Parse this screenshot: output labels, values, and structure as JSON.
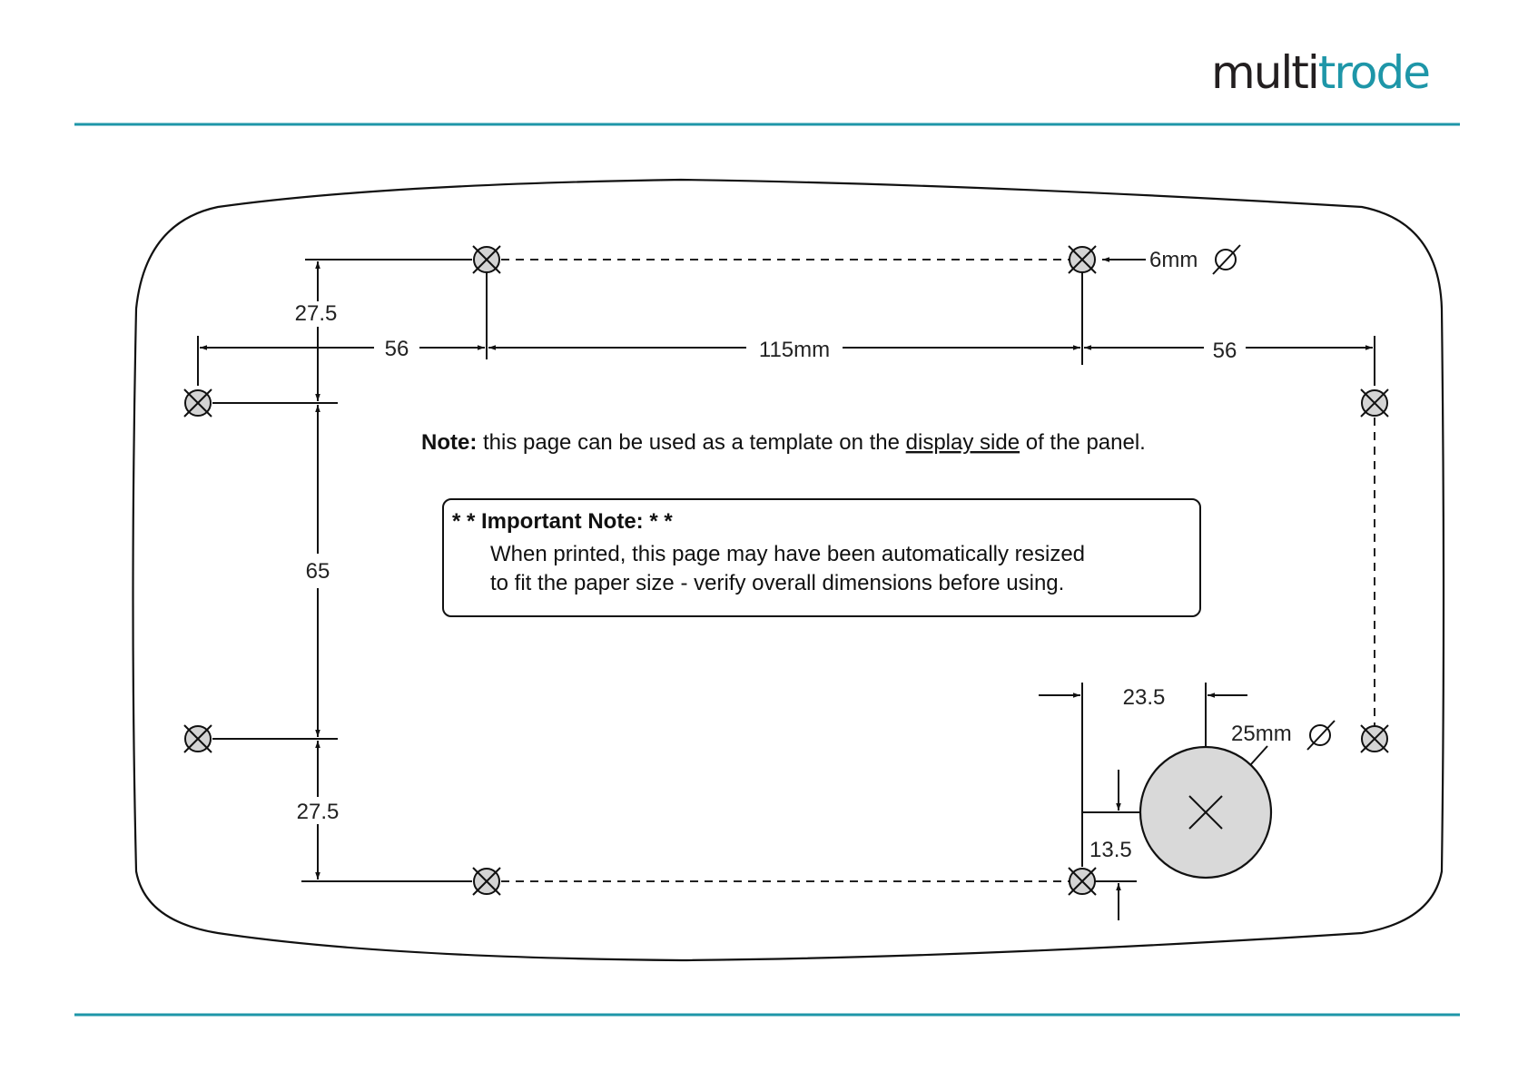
{
  "brand": {
    "logo_dark": "multi",
    "logo_teal": "trode",
    "teal": "#1e96a8",
    "dark": "#231f20"
  },
  "dimensions": {
    "top_offset": "27.5",
    "left_width": "56",
    "center_width": "115mm",
    "right_width": "56",
    "hole_diameter": "6mm",
    "vertical_span": "65",
    "bottom_offset": "27.5",
    "large_hole_offset_x": "23.5",
    "large_hole_diameter": "25mm",
    "large_hole_offset_y": "13.5"
  },
  "note": {
    "label": "Note:",
    "text_before": " this page can be used as a template on the ",
    "underlined": "display side",
    "text_after": " of the panel."
  },
  "important_note": {
    "title": "* * Important Note: * *",
    "line1": "When printed, this page may have been automatically resized",
    "line2": "to fit the paper size - verify overall dimensions before using."
  }
}
